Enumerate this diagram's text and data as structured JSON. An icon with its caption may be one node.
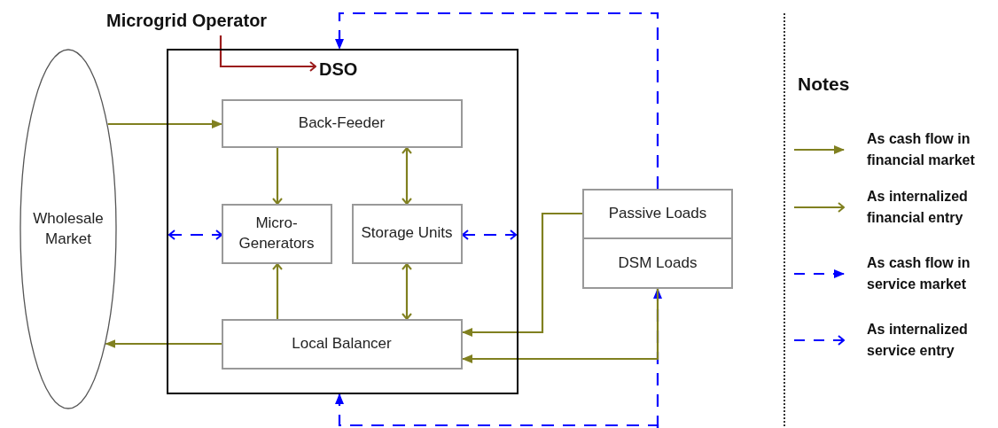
{
  "diagram": {
    "nodes": [
      {
        "text": [
          "Microgrid Operator"
        ]
      },
      {
        "text": [
          "DSO"
        ]
      },
      {
        "text": [
          "Back-Feeder"
        ],
        "in": 1
      },
      {
        "text": [
          "Micro-Generators"
        ],
        "in": 1
      },
      {
        "text": [
          "Storage Units"
        ],
        "in": 1
      },
      {
        "text": [
          "Local Balancer"
        ],
        "in": 1
      },
      {
        "text": [
          "Wholesale Market"
        ]
      },
      {
        "text": [
          "Passive Loads"
        ]
      },
      {
        "text": [
          "DSM Loads"
        ]
      }
    ],
    "edges": [
      {
        "from": 0,
        "to": 1,
        "arrow": "to",
        "color": "#9b1c1c"
      },
      {
        "from": 7,
        "to": 1,
        "arrow": "to",
        "style": "dashed",
        "color": "#0000ff"
      },
      {
        "from": null,
        "to": 1,
        "arrow": "to",
        "style": "dashed",
        "color": "#0000ff"
      },
      {
        "from": null,
        "to": 8,
        "arrow": "to",
        "style": "dashed",
        "color": "#0000ff"
      },
      {
        "from": 6,
        "to": 2,
        "arrow": "to"
      },
      {
        "from": 5,
        "to": 6,
        "arrow": "to"
      },
      {
        "from": 2,
        "to": 3,
        "arrow": "to"
      },
      {
        "from": 2,
        "to": 4,
        "arrow": "both"
      },
      {
        "from": 5,
        "to": 3,
        "arrow": "to"
      },
      {
        "from": 4,
        "to": 5,
        "arrow": "both"
      },
      {
        "from": 1,
        "to": 3,
        "arrow": "both",
        "style": "dashed",
        "color": "#0000ff"
      },
      {
        "from": 4,
        "to": 1,
        "arrow": "both",
        "style": "dashed",
        "color": "#0000ff"
      },
      {
        "from": 7,
        "to": 5,
        "arrow": "to"
      },
      {
        "from": 8,
        "to": 5,
        "arrow": "to"
      }
    ],
    "labels": [
      "Notes"
    ],
    "legend": [
      {
        "text": "As cash flow in financial market"
      },
      {
        "text": "As internalized financial entry"
      },
      {
        "text": "As cash flow in service market"
      },
      {
        "text": "As internalized service entry"
      }
    ]
  }
}
